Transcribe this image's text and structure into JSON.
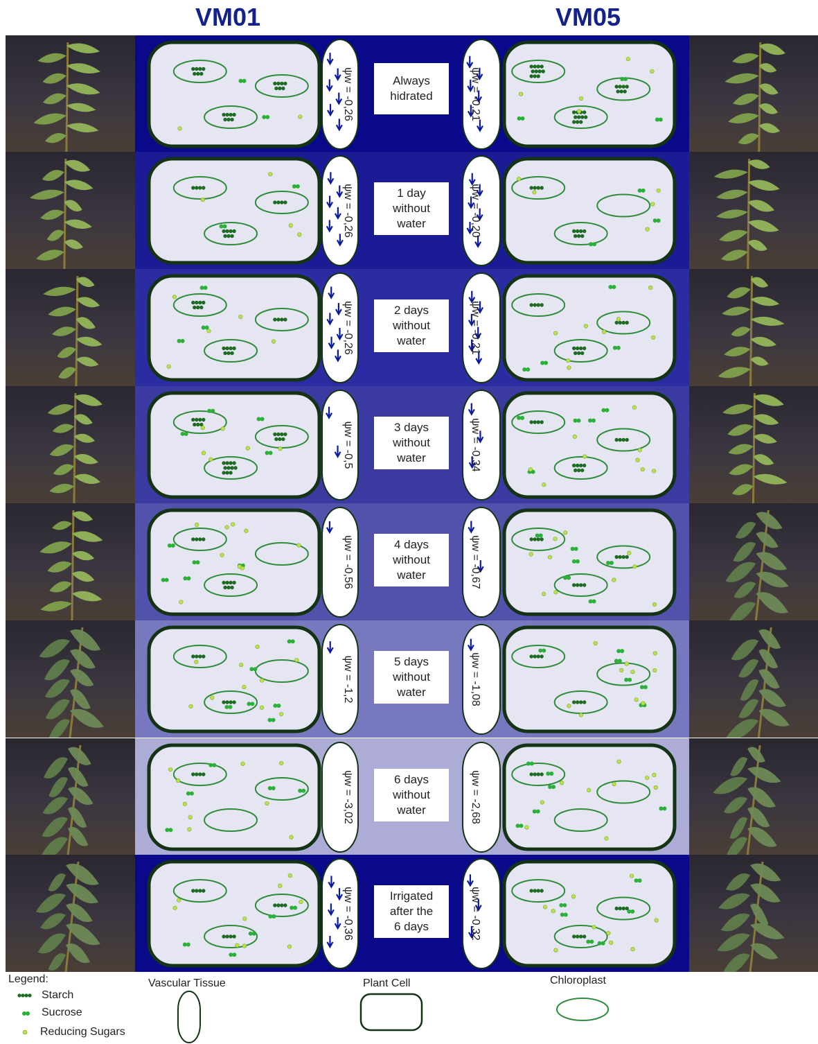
{
  "titles": {
    "left": "VM01",
    "right": "VM05"
  },
  "colors": {
    "band_bg": [
      "#09098a",
      "#1b1b96",
      "#2c2ca2",
      "#3a3aa0",
      "#5252ac",
      "#7878be",
      "#acacd6",
      "#09098a"
    ],
    "cell_fill": "#e6e6f2",
    "cell_border": "#143214",
    "chloroplast": "#2e8b3a",
    "starch": "#1e6b23",
    "sucrose": "#2bb03a",
    "reducing_sugar": "#b9e34a",
    "arrow": "#0a1a9e"
  },
  "rows": [
    {
      "label": [
        "Always",
        "hidrated"
      ],
      "vm01_psi": "ψw = -0,26",
      "vm05_psi": "ψw = -0,21"
    },
    {
      "label": [
        "1 day",
        "without",
        "water"
      ],
      "vm01_psi": "ψw = -0,26",
      "vm05_psi": "ψw = -0,20"
    },
    {
      "label": [
        "2 days",
        "without",
        "water"
      ],
      "vm01_psi": "ψw = -0,26",
      "vm05_psi": "ψw = -0,21"
    },
    {
      "label": [
        "3 days",
        "without",
        "water"
      ],
      "vm01_psi": "ψw = -0,5",
      "vm05_psi": "ψw = -0,34"
    },
    {
      "label": [
        "4 days",
        "without",
        "water"
      ],
      "vm01_psi": "ψw = -0,56",
      "vm05_psi": "ψw = -0,67"
    },
    {
      "label": [
        "5 days",
        "without",
        "water"
      ],
      "vm01_psi": "ψw = -1,2",
      "vm05_psi": "ψw = -1,08"
    },
    {
      "label": [
        "6 days",
        "without",
        "water"
      ],
      "vm01_psi": "ψw = -3,02",
      "vm05_psi": "ψw = -2,68"
    },
    {
      "label": [
        "Irrigated",
        "after the",
        "6 days"
      ],
      "vm01_psi": "ψw = -0,36",
      "vm05_psi": "ψw = -0,32"
    }
  ],
  "legend": {
    "title": "Legend:",
    "starch": "Starch",
    "sucrose": "Sucrose",
    "reducing_sugars": "Reducing Sugars",
    "vascular": "Vascular Tissue",
    "cell": "Plant Cell",
    "chloroplast": "Chloroplast"
  }
}
